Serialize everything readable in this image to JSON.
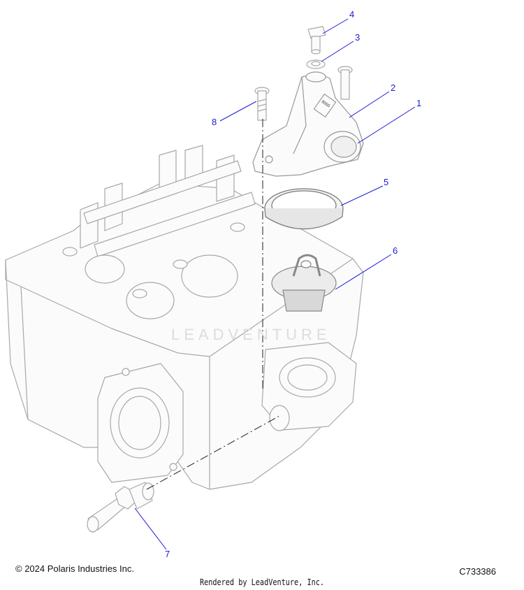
{
  "callouts": [
    {
      "number": "1"
    },
    {
      "number": "2"
    },
    {
      "number": "3"
    },
    {
      "number": "4"
    },
    {
      "number": "5"
    },
    {
      "number": "6"
    },
    {
      "number": "7"
    },
    {
      "number": "8"
    }
  ],
  "footer": {
    "copyright": "© 2024 Polaris Industries Inc.",
    "diagram_code": "C733386",
    "rendered_by": "Rendered by LeadVenture, Inc."
  },
  "watermark": "LEADVENTURE",
  "colors": {
    "callout": "#1a1ad6",
    "line_art": "#8a8a8a",
    "part_fill": "#fbfbfb"
  }
}
